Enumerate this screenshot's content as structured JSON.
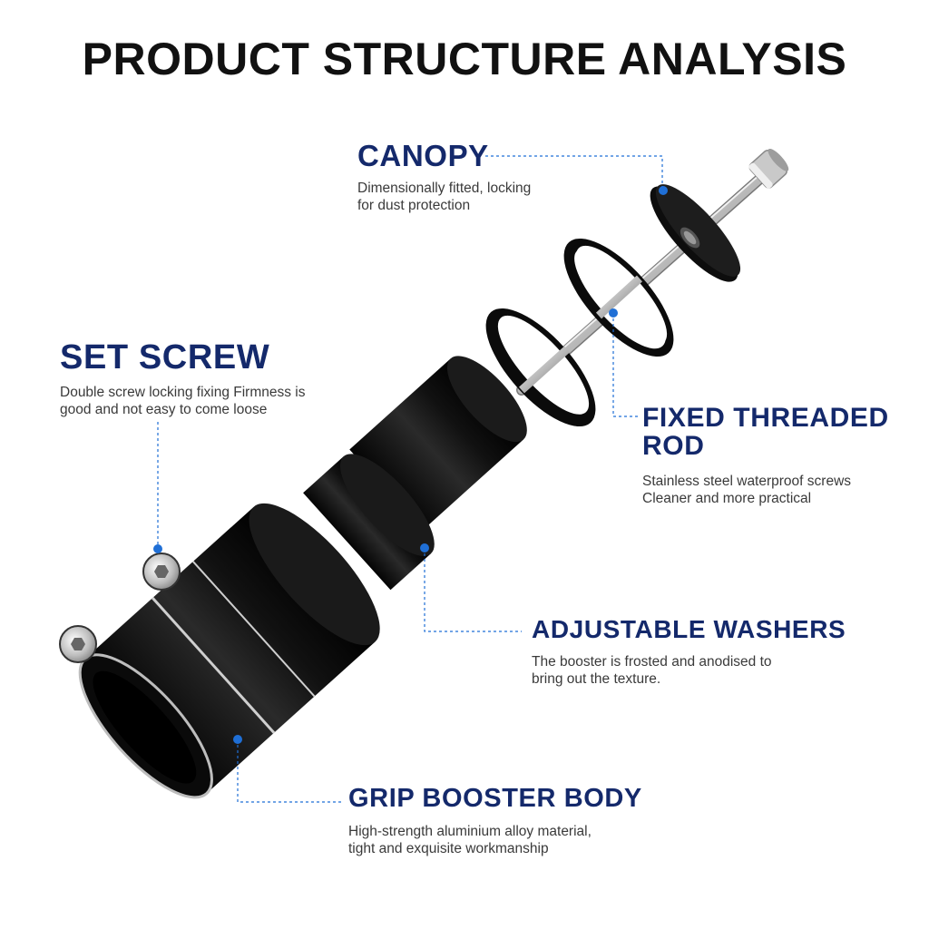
{
  "title": "PRODUCT STRUCTURE ANALYSIS",
  "accent_color": "#1f6fd6",
  "heading_color": "#14296b",
  "callouts": {
    "canopy": {
      "heading": "CANOPY",
      "desc": [
        "Dimensionally fitted, locking",
        "for dust protection"
      ]
    },
    "set_screw": {
      "heading": "SET SCREW",
      "desc": [
        "Double screw locking fixing Firmness is",
        "good and not easy to come loose"
      ]
    },
    "fixed_rod": {
      "heading": [
        "FIXED THREADED",
        "ROD"
      ],
      "desc": [
        "Stainless steel waterproof screws",
        "Cleaner and more practical"
      ]
    },
    "washers": {
      "heading": "ADJUSTABLE WASHERS",
      "desc": [
        "The booster is frosted and anodised to",
        "bring out the texture."
      ]
    },
    "body": {
      "heading": "GRIP BOOSTER BODY",
      "desc": [
        "High-strength aluminium alloy material,",
        "tight and exquisite workmanship"
      ]
    }
  }
}
